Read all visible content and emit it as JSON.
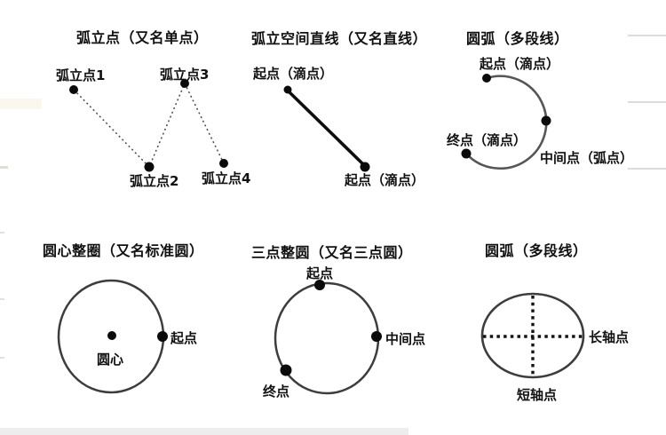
{
  "figure": {
    "description_colors": {
      "background": "#ffffff",
      "text": "#111111",
      "shape_stroke": "#3d3d3d",
      "dot_fill": "#0b0b0b",
      "faint_gridline": "#dcdcdc",
      "bottom_strip": "#ededed"
    },
    "panels": [
      {
        "key": "isolated-points",
        "title": "弧立点（又名单点）",
        "points": [
          "弧立点1",
          "弧立点2",
          "弧立点3",
          "弧立点4"
        ]
      },
      {
        "key": "isolated-space-line",
        "title": "弧立空间直线（又名直线）",
        "start_label": "起点（滴点）",
        "end_label": "起点（滴点）"
      },
      {
        "key": "arc-polyline",
        "title": "圆弧（多段线）",
        "start_label": "起点（滴点）",
        "end_label": "终点（滴点）",
        "mid_label": "中间点（弧点）"
      },
      {
        "key": "center-full-circle",
        "title": "圆心整圈（又名标准圆）",
        "center_label": "圆心",
        "start_label": "起点"
      },
      {
        "key": "three-point-circle",
        "title": "三点整圆（又名三点圆）",
        "start_label": "起点",
        "mid_label": "中间点",
        "end_label": "终点"
      },
      {
        "key": "ellipse-polyline",
        "title": "圆弧（多段线）",
        "major_axis_label": "长轴点",
        "minor_axis_label": "短轴点"
      }
    ]
  }
}
